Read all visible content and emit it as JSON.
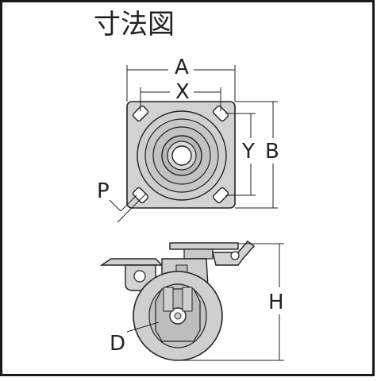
{
  "title": "寸法図",
  "labels": {
    "a": "A",
    "x": "X",
    "y": "Y",
    "b": "B",
    "p": "P",
    "h": "H",
    "d": "D"
  },
  "colors": {
    "line": "#222222",
    "fill": "#d2d2d2",
    "fill_dark": "#b8b8b8",
    "frame": "#1a1a1a"
  }
}
